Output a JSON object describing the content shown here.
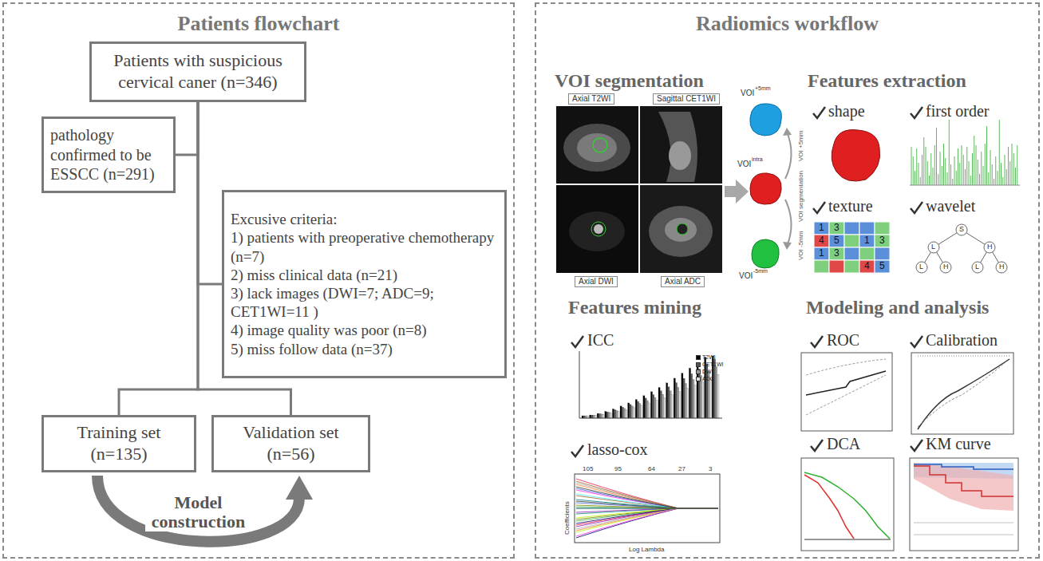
{
  "diagram": {
    "nodes": [
      {
        "text": [
          "Patients flowchart"
        ]
      },
      {
        "text": [
          "Patients with suspicious cervical caner (n=346)"
        ],
        "in": 0
      },
      {
        "text": [
          "pathology confirmed to be ESSCC (n=291)"
        ],
        "in": 0
      },
      {
        "text": [
          "Excusive criteria:",
          "1) patients with preoperative chemotherapy (n=7)",
          "2) miss clinical data (n=21)",
          "3) lack images (DWI=7; ADC=9; CET1WI=11 )",
          "4) image quality was poor (n=8)",
          "5) miss follow data (n=37)"
        ],
        "in": 0
      },
      {
        "text": [
          "Training set (n=135)"
        ],
        "in": 0
      },
      {
        "text": [
          "Validation set (n=56)"
        ],
        "in": 0
      },
      {
        "text": [
          "Radiomics workflow"
        ]
      }
    ],
    "edges": [
      {
        "from": 1,
        "to": 2,
        "arrow": "none"
      },
      {
        "from": 1,
        "to": 3,
        "arrow": "none"
      },
      {
        "from": 1,
        "to": 4,
        "arrow": "none"
      },
      {
        "from": 1,
        "to": 5,
        "arrow": "none"
      },
      {
        "from": 4,
        "to": 5,
        "label": "Model construction",
        "arrow": "to"
      }
    ],
    "labels": [
      "VOI segmentation",
      "Axial T2WI",
      "Sagittal CET1WI",
      "Axial DWI",
      "Axial ADC",
      "VOI",
      "+5mm",
      "VOI",
      "intra",
      "VOI",
      "-5mm",
      "VOI +5mm",
      "VOI segmentation",
      "VOI -5mm",
      "Features extraction",
      "shape",
      "first order",
      "texture",
      "wavelet",
      "1",
      "3",
      "4",
      "5",
      "1",
      "3",
      "1",
      "3",
      "4",
      "5",
      "S",
      "L",
      "H",
      "L",
      "H",
      "L",
      "H",
      "Features mining",
      "ICC",
      "lasso-cox",
      "105",
      "95",
      "64",
      "27",
      "3",
      "Log Lambda",
      "Coefficients",
      "Modeling and analysis",
      "ROC",
      "Calibration",
      "DCA",
      "KM curve"
    ],
    "legend": [
      {
        "text": "T2WI",
        "color": "#000000"
      },
      {
        "text": "CET1WI",
        "color": "#555555"
      },
      {
        "text": "DWI",
        "color": "#999999"
      },
      {
        "text": "ADC",
        "color": "#dddddd"
      }
    ]
  }
}
